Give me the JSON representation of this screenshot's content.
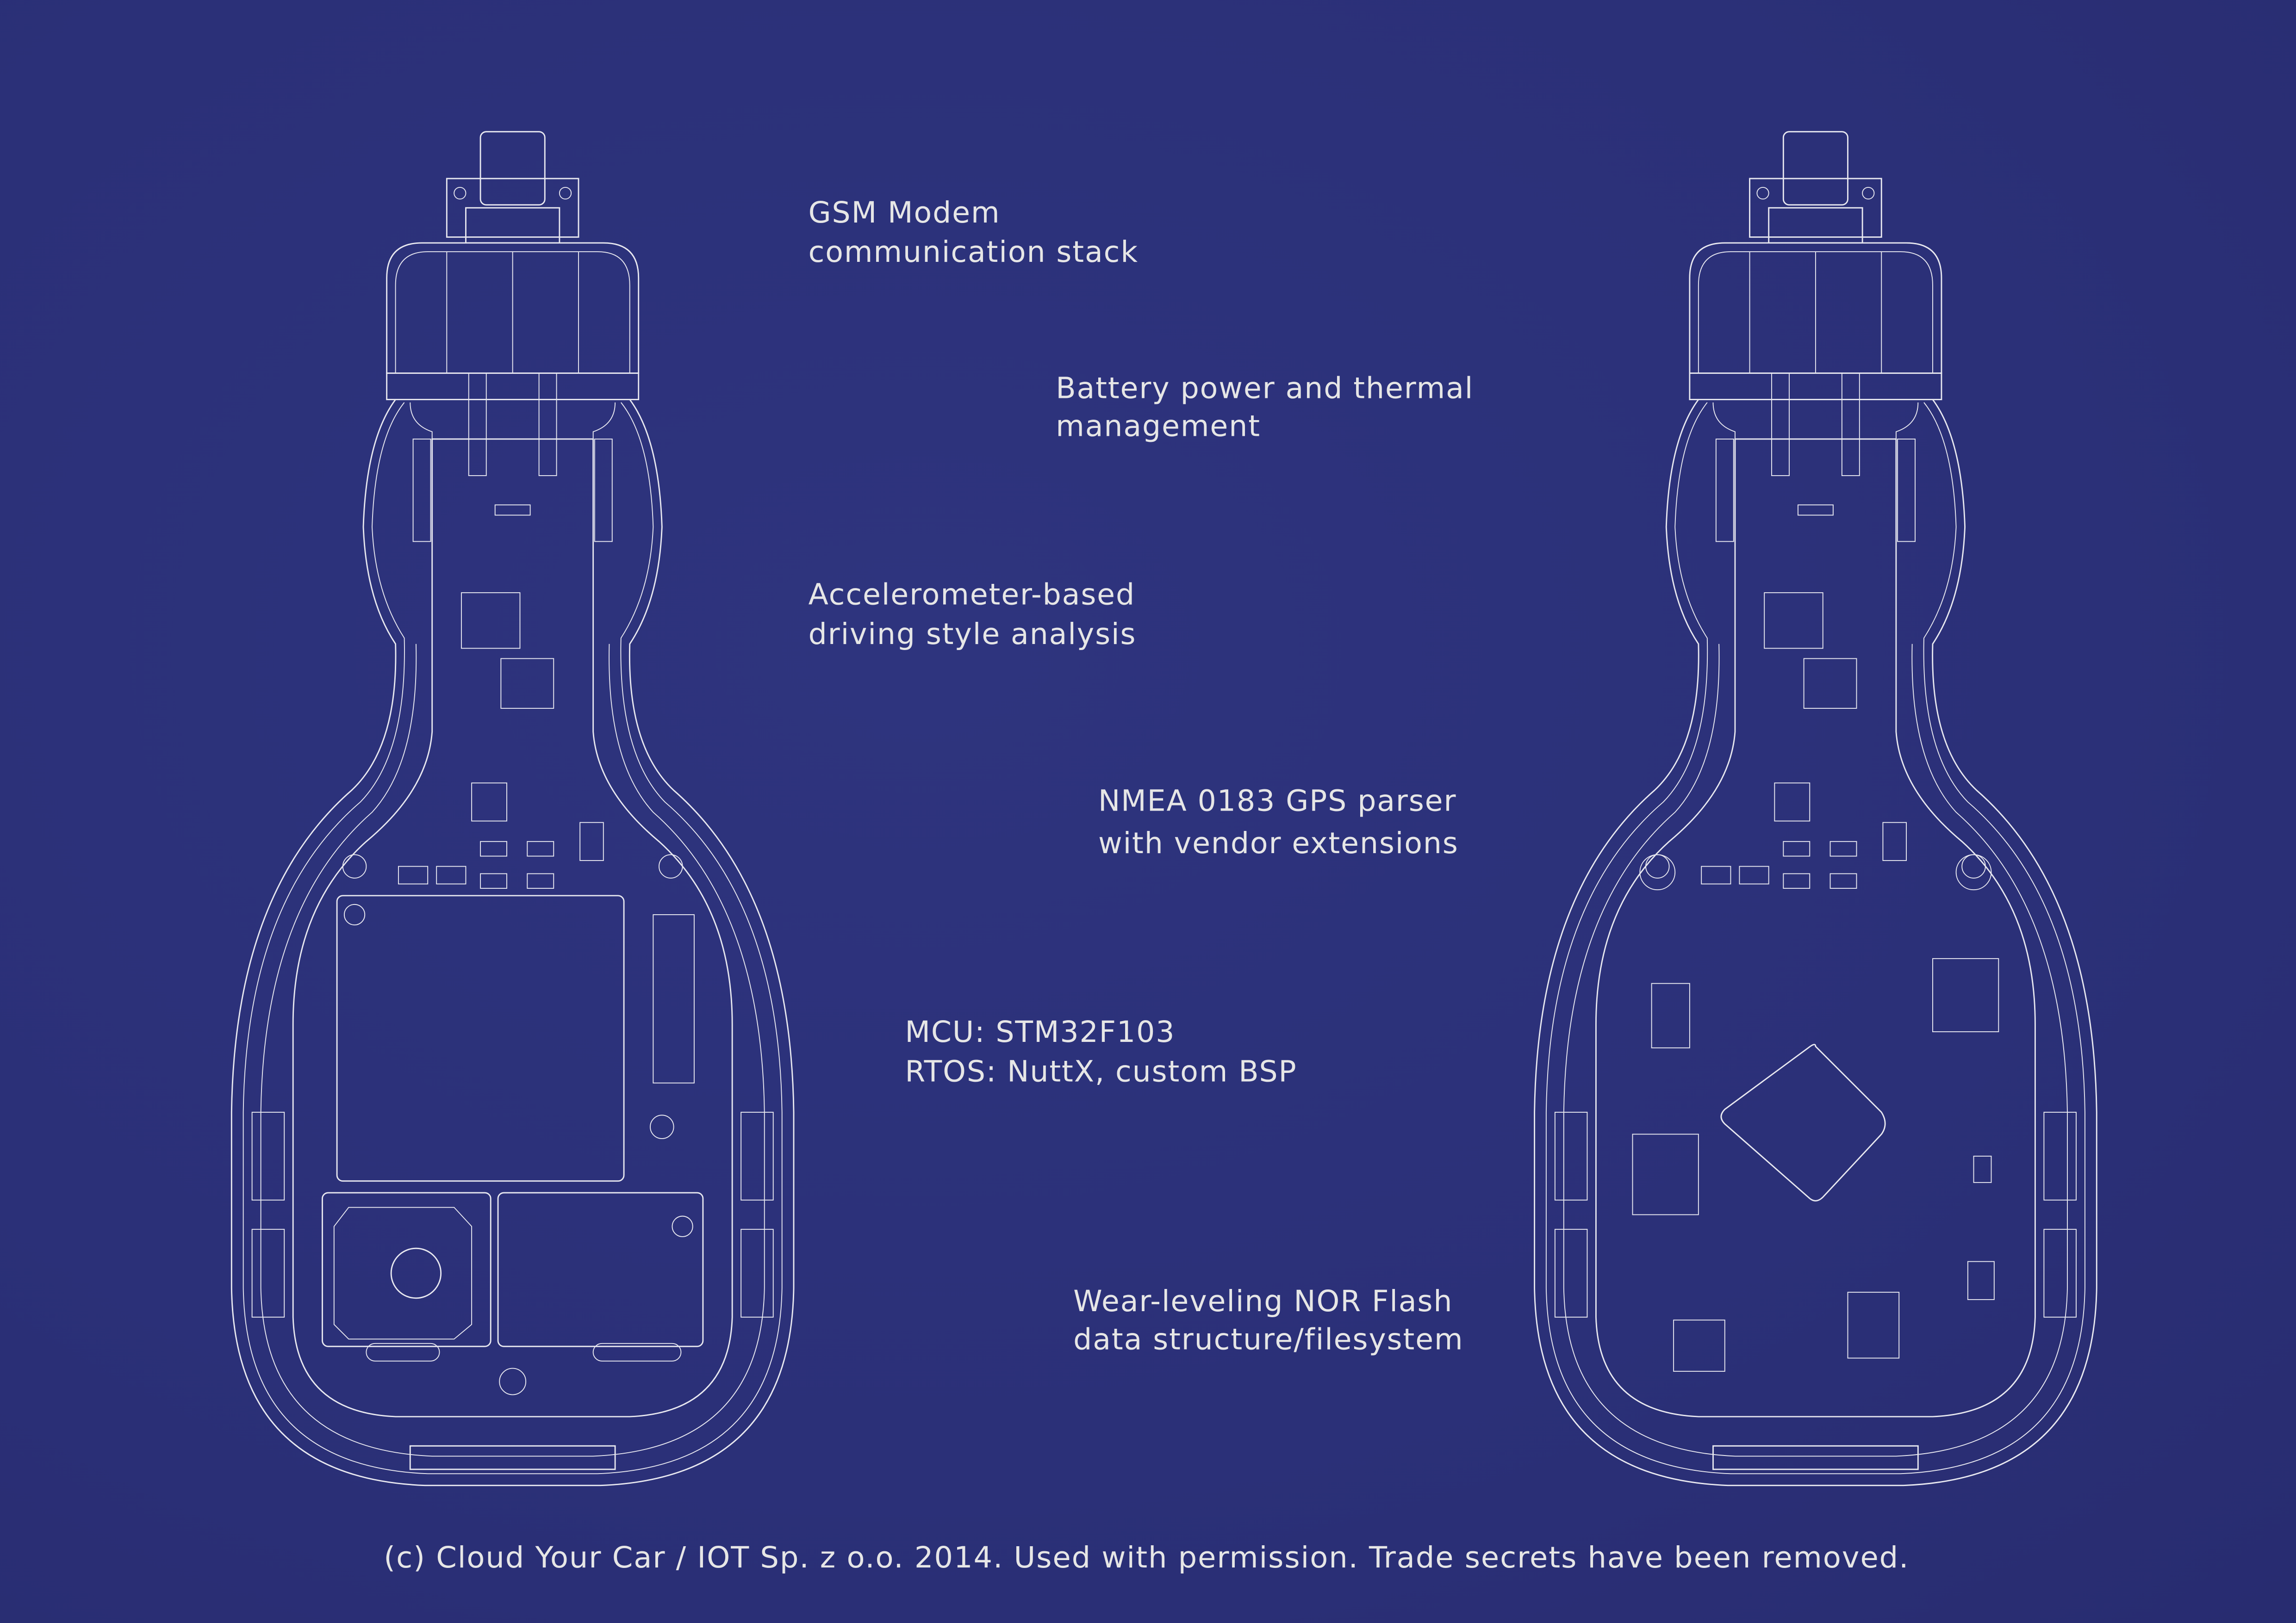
{
  "title": "Cloud Your Car device blueprint",
  "annotations": [
    {
      "lines": [
        "GSM Modem",
        "communication stack"
      ]
    },
    {
      "lines": [
        "Battery power and thermal",
        "management"
      ]
    },
    {
      "lines": [
        "Accelerometer-based",
        "driving style analysis"
      ]
    },
    {
      "lines": [
        "NMEA 0183 GPS parser",
        "with vendor extensions"
      ]
    },
    {
      "lines": [
        "MCU: STM32F103",
        "RTOS: NuttX, custom BSP"
      ]
    },
    {
      "lines": [
        "Wear-leveling NOR Flash",
        "data structure/filesystem"
      ]
    }
  ],
  "footer": "(c) Cloud Your Car / IOT Sp. z o.o. 2014. Used with permission. Trade secrets have been removed.",
  "colors": {
    "background": "#2c317a",
    "ink": "#e6e6e6"
  }
}
